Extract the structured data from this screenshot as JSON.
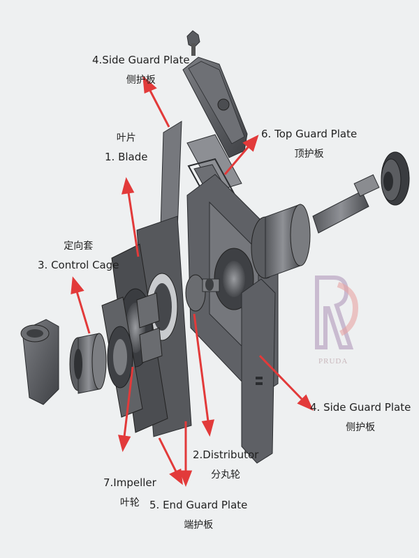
{
  "labels": {
    "side_guard_top": {
      "en": "4.Side Guard Plate",
      "zh": "侧护板"
    },
    "blade": {
      "zh": "叶片",
      "en": "1. Blade"
    },
    "control_cage": {
      "zh": "定向套",
      "en": "3. Control Cage"
    },
    "top_guard": {
      "en": "6. Top Guard Plate",
      "zh": "顶护板"
    },
    "side_guard_right": {
      "en": "4. Side Guard Plate",
      "zh": "侧护板"
    },
    "distributor": {
      "en": "2.Distributor",
      "zh": "分丸轮"
    },
    "impeller": {
      "en": "7.Impeller",
      "zh": "叶轮"
    },
    "end_guard": {
      "en": "5. End Guard Plate",
      "zh": "端护板"
    }
  },
  "watermark": {
    "brand": "PRUDA",
    "letter": "R"
  },
  "colors": {
    "arrow": "#e23a3a",
    "part_dark": "#4a4c50",
    "part_mid": "#6b6d72",
    "part_light": "#8b8d92",
    "background": "#eef0f1"
  }
}
